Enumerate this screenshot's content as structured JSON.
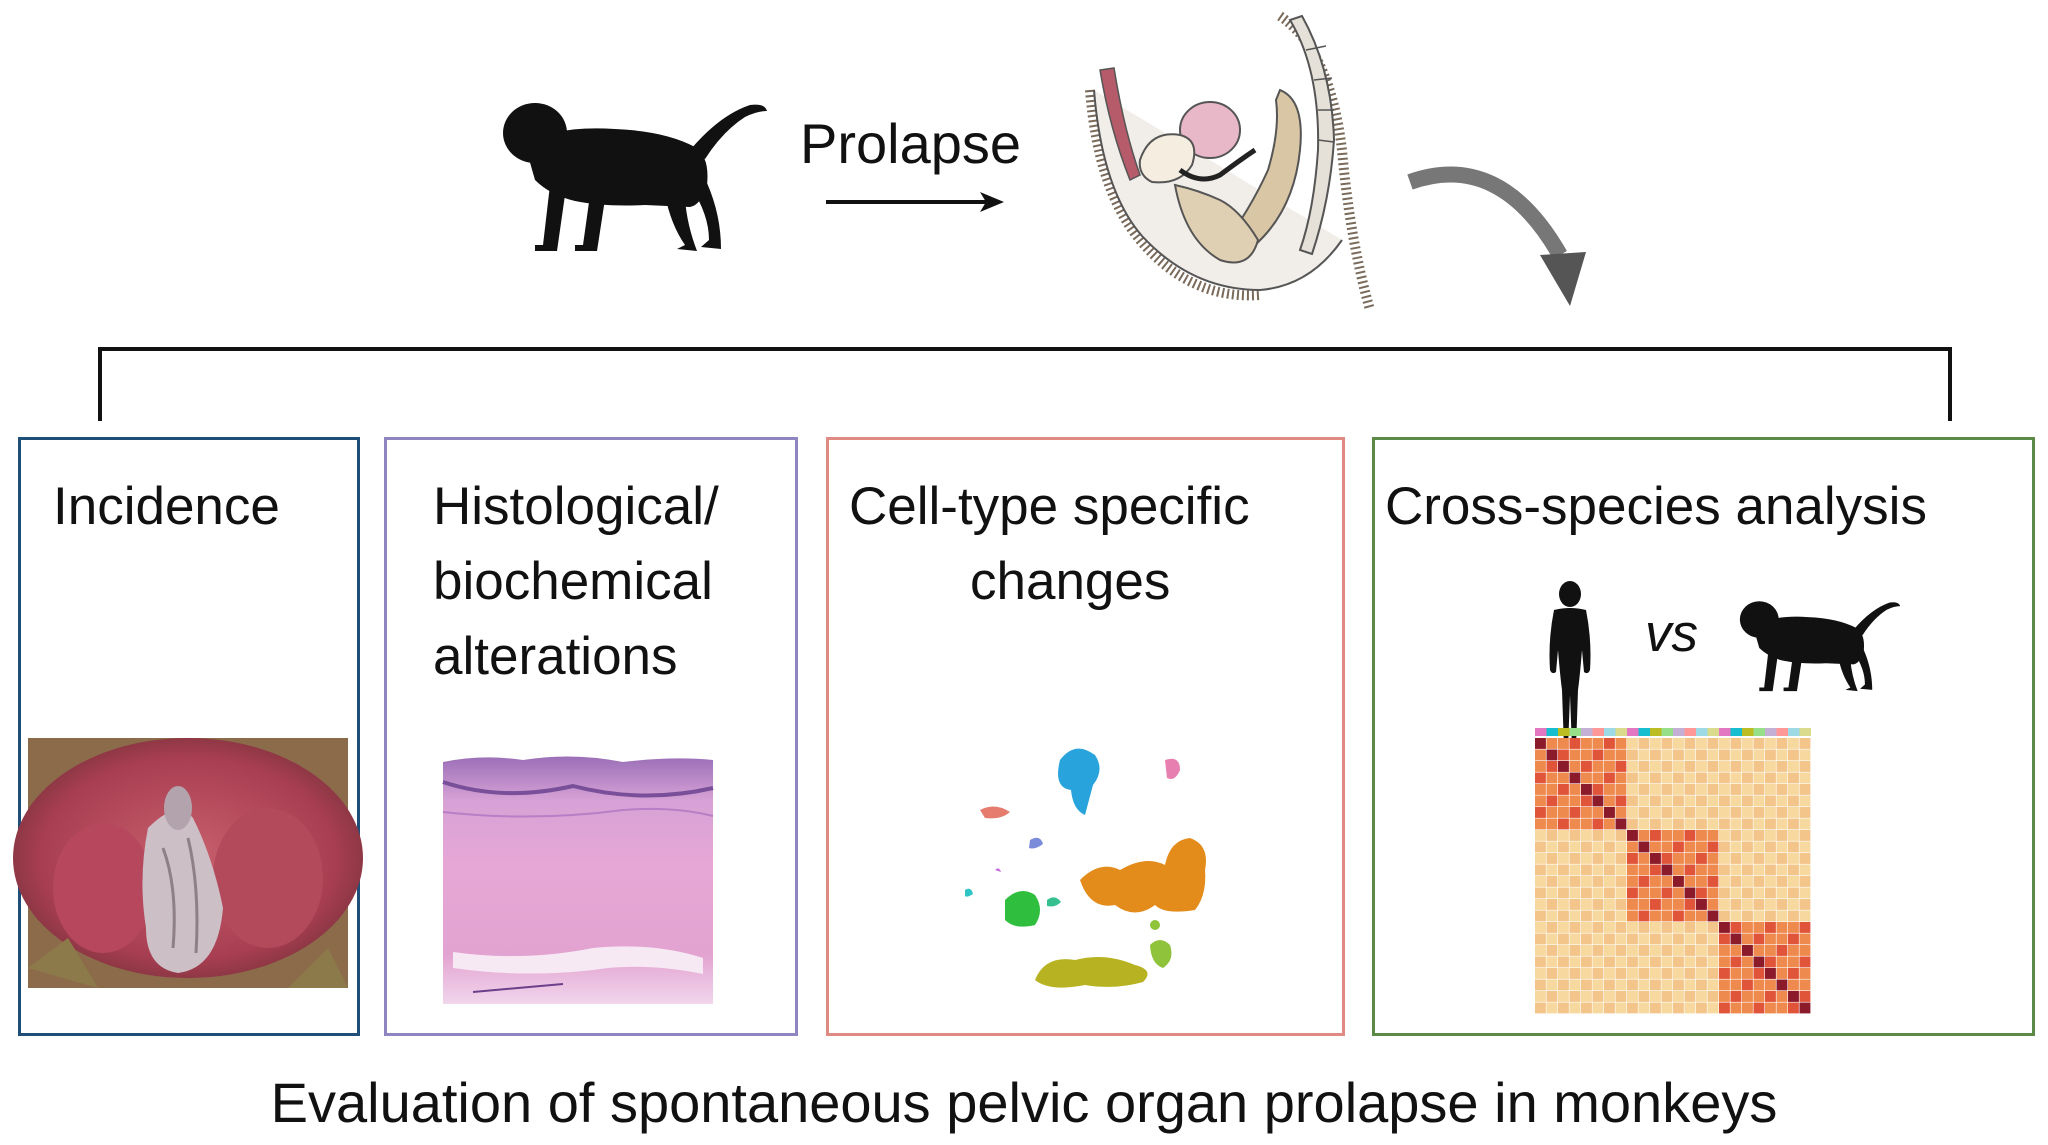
{
  "header": {
    "arrow_label": "Prolapse"
  },
  "panels": [
    {
      "id": "incidence",
      "title": "Incidence",
      "border_color": "#1f4e79"
    },
    {
      "id": "histology",
      "title_lines": [
        "Histological/",
        "biochemical",
        "alterations"
      ],
      "border_color": "#8f85c0"
    },
    {
      "id": "celltype",
      "title_lines": [
        "Cell-type specific",
        "changes"
      ],
      "border_color": "#e08a84"
    },
    {
      "id": "crossspecies",
      "title": "Cross-species analysis",
      "comparison_label": "vs",
      "border_color": "#5b8a46"
    }
  ],
  "caption": "Evaluation of spontaneous pelvic organ prolapse in monkeys",
  "icons": {
    "monkey": "monkey-silhouette-icon",
    "human": "human-silhouette-icon"
  }
}
